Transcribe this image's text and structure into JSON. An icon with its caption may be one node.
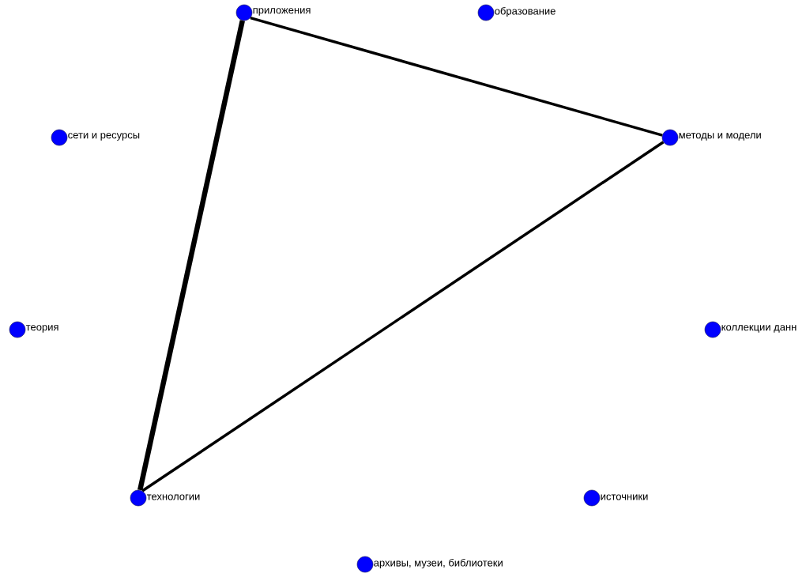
{
  "diagram": {
    "nodes": [
      {
        "text": [],
        "shape": "circle",
        "beside": [
          "приложения"
        ]
      },
      {
        "text": [],
        "shape": "circle",
        "beside": [
          "образование"
        ]
      },
      {
        "text": [],
        "shape": "circle",
        "beside": [
          "сети и ресурсы"
        ]
      },
      {
        "text": [],
        "shape": "circle",
        "beside": [
          "методы и модели"
        ]
      },
      {
        "text": [],
        "shape": "circle",
        "beside": [
          "теория"
        ]
      },
      {
        "text": [],
        "shape": "circle",
        "beside": [
          "коллекции данн"
        ]
      },
      {
        "text": [],
        "shape": "circle",
        "beside": [
          "технологии"
        ]
      },
      {
        "text": [],
        "shape": "circle",
        "beside": [
          "источники"
        ]
      },
      {
        "text": [],
        "shape": "circle",
        "beside": [
          "архивы, музеи, библиотеки"
        ]
      }
    ],
    "edges": [
      {
        "from": 0,
        "to": 3,
        "arrow": "none"
      },
      {
        "from": 3,
        "to": 6,
        "arrow": "none"
      },
      {
        "from": 0,
        "to": 6,
        "arrow": "none",
        "style": "thick"
      }
    ]
  }
}
